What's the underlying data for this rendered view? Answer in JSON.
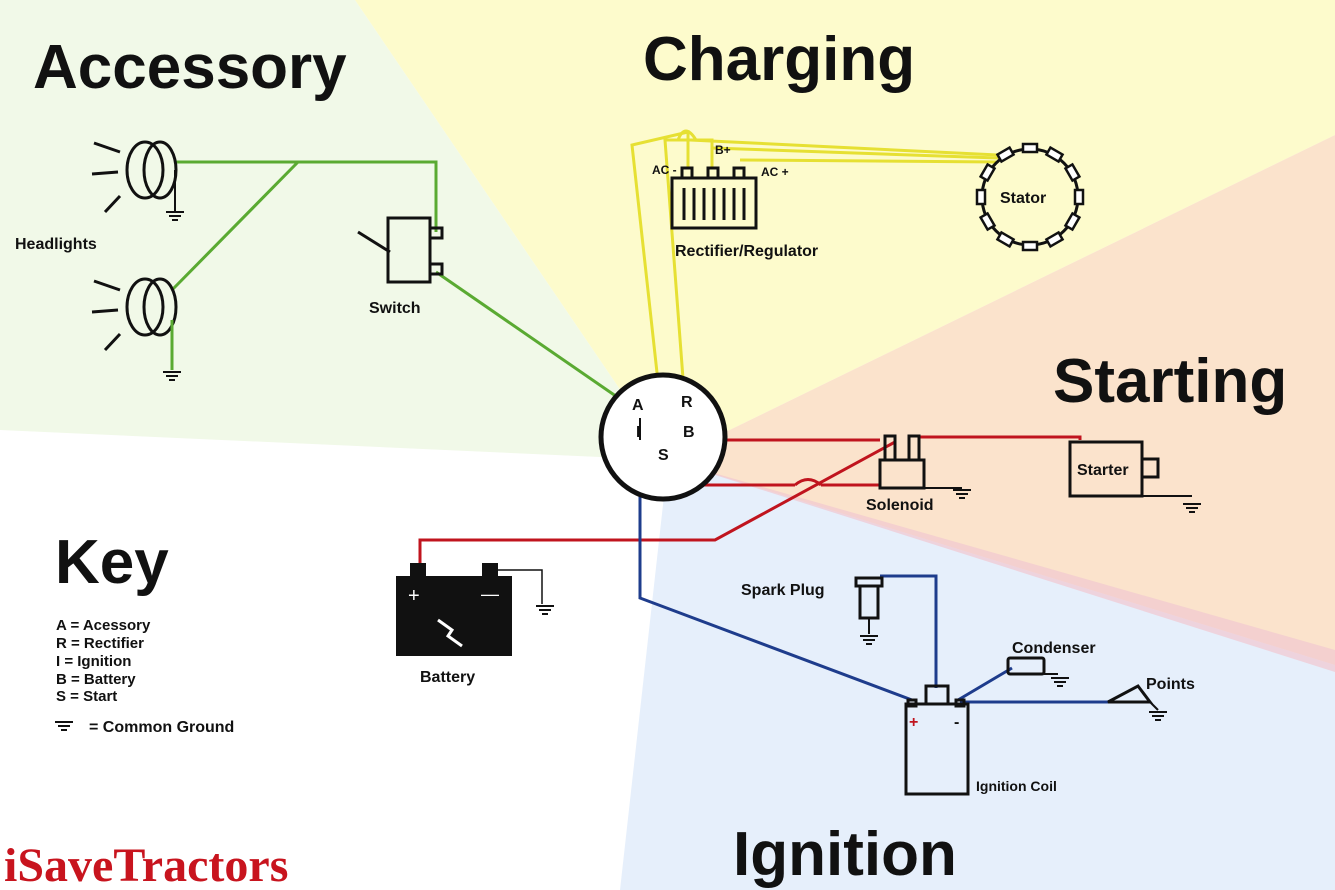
{
  "sections": {
    "accessory": "Accessory",
    "charging": "Charging",
    "starting": "Starting",
    "key": "Key",
    "ignition": "Ignition"
  },
  "components": {
    "headlights": "Headlights",
    "switch": "Switch",
    "rectifier": "Rectifier/Regulator",
    "ac_minus": "AC -",
    "b_plus": "B+",
    "ac_plus": "AC +",
    "stator": "Stator",
    "solenoid": "Solenoid",
    "starter": "Starter",
    "battery": "Battery",
    "spark_plug": "Spark Plug",
    "condenser": "Condenser",
    "points": "Points",
    "ignition_coil": "Ignition Coil",
    "coil_plus": "+",
    "coil_minus": "-",
    "battery_plus": "+",
    "battery_minus": "—"
  },
  "key_switch": {
    "a": "A",
    "r": "R",
    "i": "I",
    "b": "B",
    "s": "S"
  },
  "legend": {
    "items": [
      "A = Acessory",
      "R = Rectifier",
      "I = Ignition",
      "B = Battery",
      "S = Start"
    ],
    "ground": "= Common Ground"
  },
  "brand": "iSaveTractors",
  "colors": {
    "accessory_region": "#f1f9e8",
    "charging_region": "#fdfbcc",
    "starting_region": "#fbe3cc",
    "ignition_region": "#e6effb",
    "accessory_wire": "#5aaa32",
    "charging_wire": "#e6e033",
    "starting_wire": "#c0141e",
    "ignition_wire": "#1e3c8c",
    "brand": "#c8141e"
  }
}
